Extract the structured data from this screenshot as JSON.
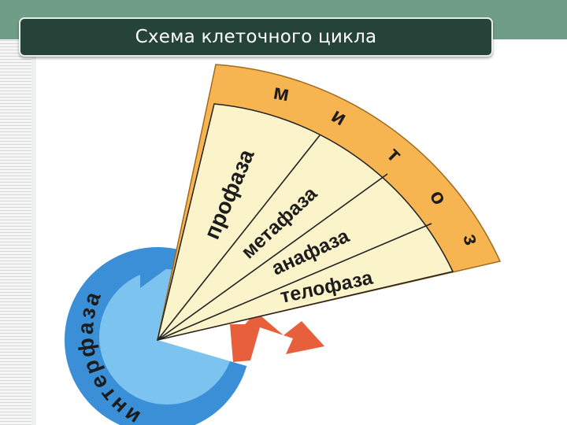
{
  "title": "Схема клеточного цикла",
  "mitosis_label": [
    "м",
    "и",
    "т",
    "о",
    "з"
  ],
  "phases": [
    "профаза",
    "метафаза",
    "анафаза",
    "телофаза"
  ],
  "interphase_label": "интерфаза",
  "colors": {
    "title_bg": "#254338",
    "top_band": "#6f9d87",
    "mitosis_band": "#f6b551",
    "phase_fill": "#fbf3c9",
    "ring_outer": "#3a8fd6",
    "ring_inner": "#7cc3f0",
    "arrow": "#e85f3c"
  }
}
